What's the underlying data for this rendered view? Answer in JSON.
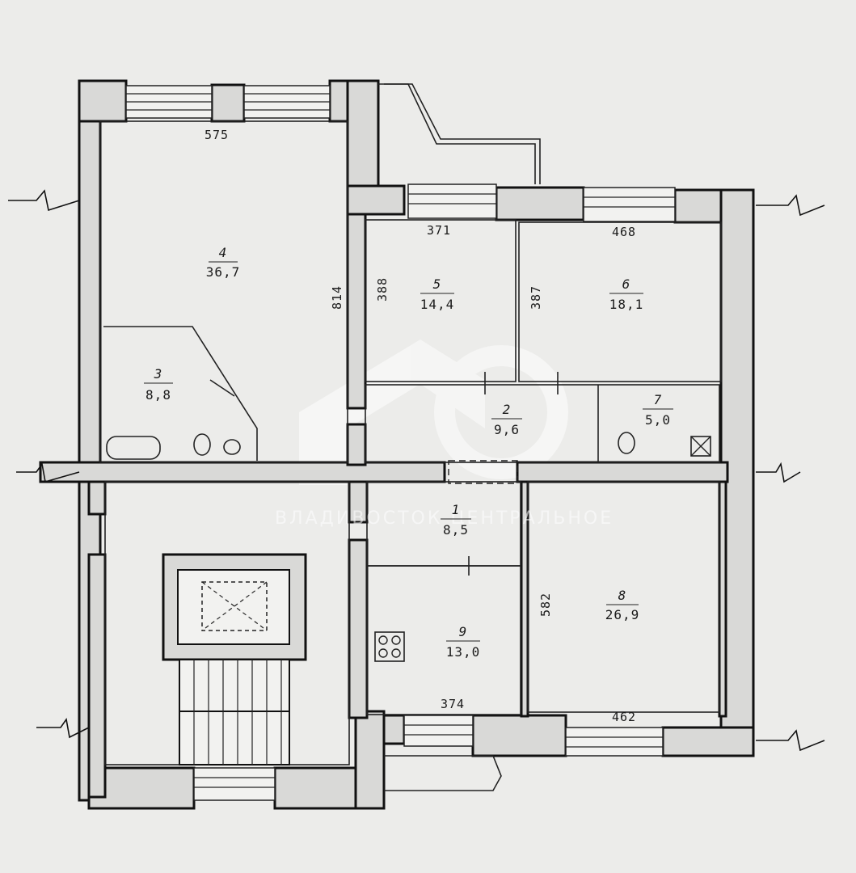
{
  "watermark": "ВЛАДИВОСТОК ЦЕНТРАЛЬНОЕ",
  "rooms": [
    {
      "id": "1",
      "area": "8,5"
    },
    {
      "id": "2",
      "area": "9,6"
    },
    {
      "id": "3",
      "area": "8,8"
    },
    {
      "id": "4",
      "area": "36,7"
    },
    {
      "id": "5",
      "area": "14,4"
    },
    {
      "id": "6",
      "area": "18,1"
    },
    {
      "id": "7",
      "area": "5,0"
    },
    {
      "id": "8",
      "area": "26,9"
    },
    {
      "id": "9",
      "area": "13,0"
    }
  ],
  "dimensions": [
    "575",
    "814",
    "371",
    "388",
    "387",
    "468",
    "582",
    "374",
    "462"
  ],
  "colors": {
    "wall_fill": "#d9d9d7",
    "line": "#111111",
    "paper": "#ececea"
  }
}
